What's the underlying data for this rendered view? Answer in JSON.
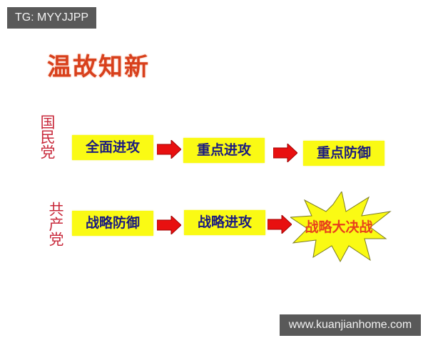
{
  "overlay": {
    "tag_label": "TG: MYYJJPP",
    "watermark_label": "www.kuanjianhome.com"
  },
  "slide": {
    "title": "温故知新",
    "colors": {
      "title": "#d8401c",
      "party_label": "#c8283a",
      "box_fill": "#fafa14",
      "box_text": "#1a1a80",
      "arrow": "#e81010",
      "burst_fill": "#fafa14",
      "burst_text": "#e8411c"
    },
    "rows": [
      {
        "party": "国民党",
        "stages": [
          "全面进攻",
          "重点进攻",
          "重点防御"
        ]
      },
      {
        "party": "共产党",
        "stages": [
          "战略防御",
          "战略进攻"
        ],
        "final": "战略大决战"
      }
    ]
  }
}
